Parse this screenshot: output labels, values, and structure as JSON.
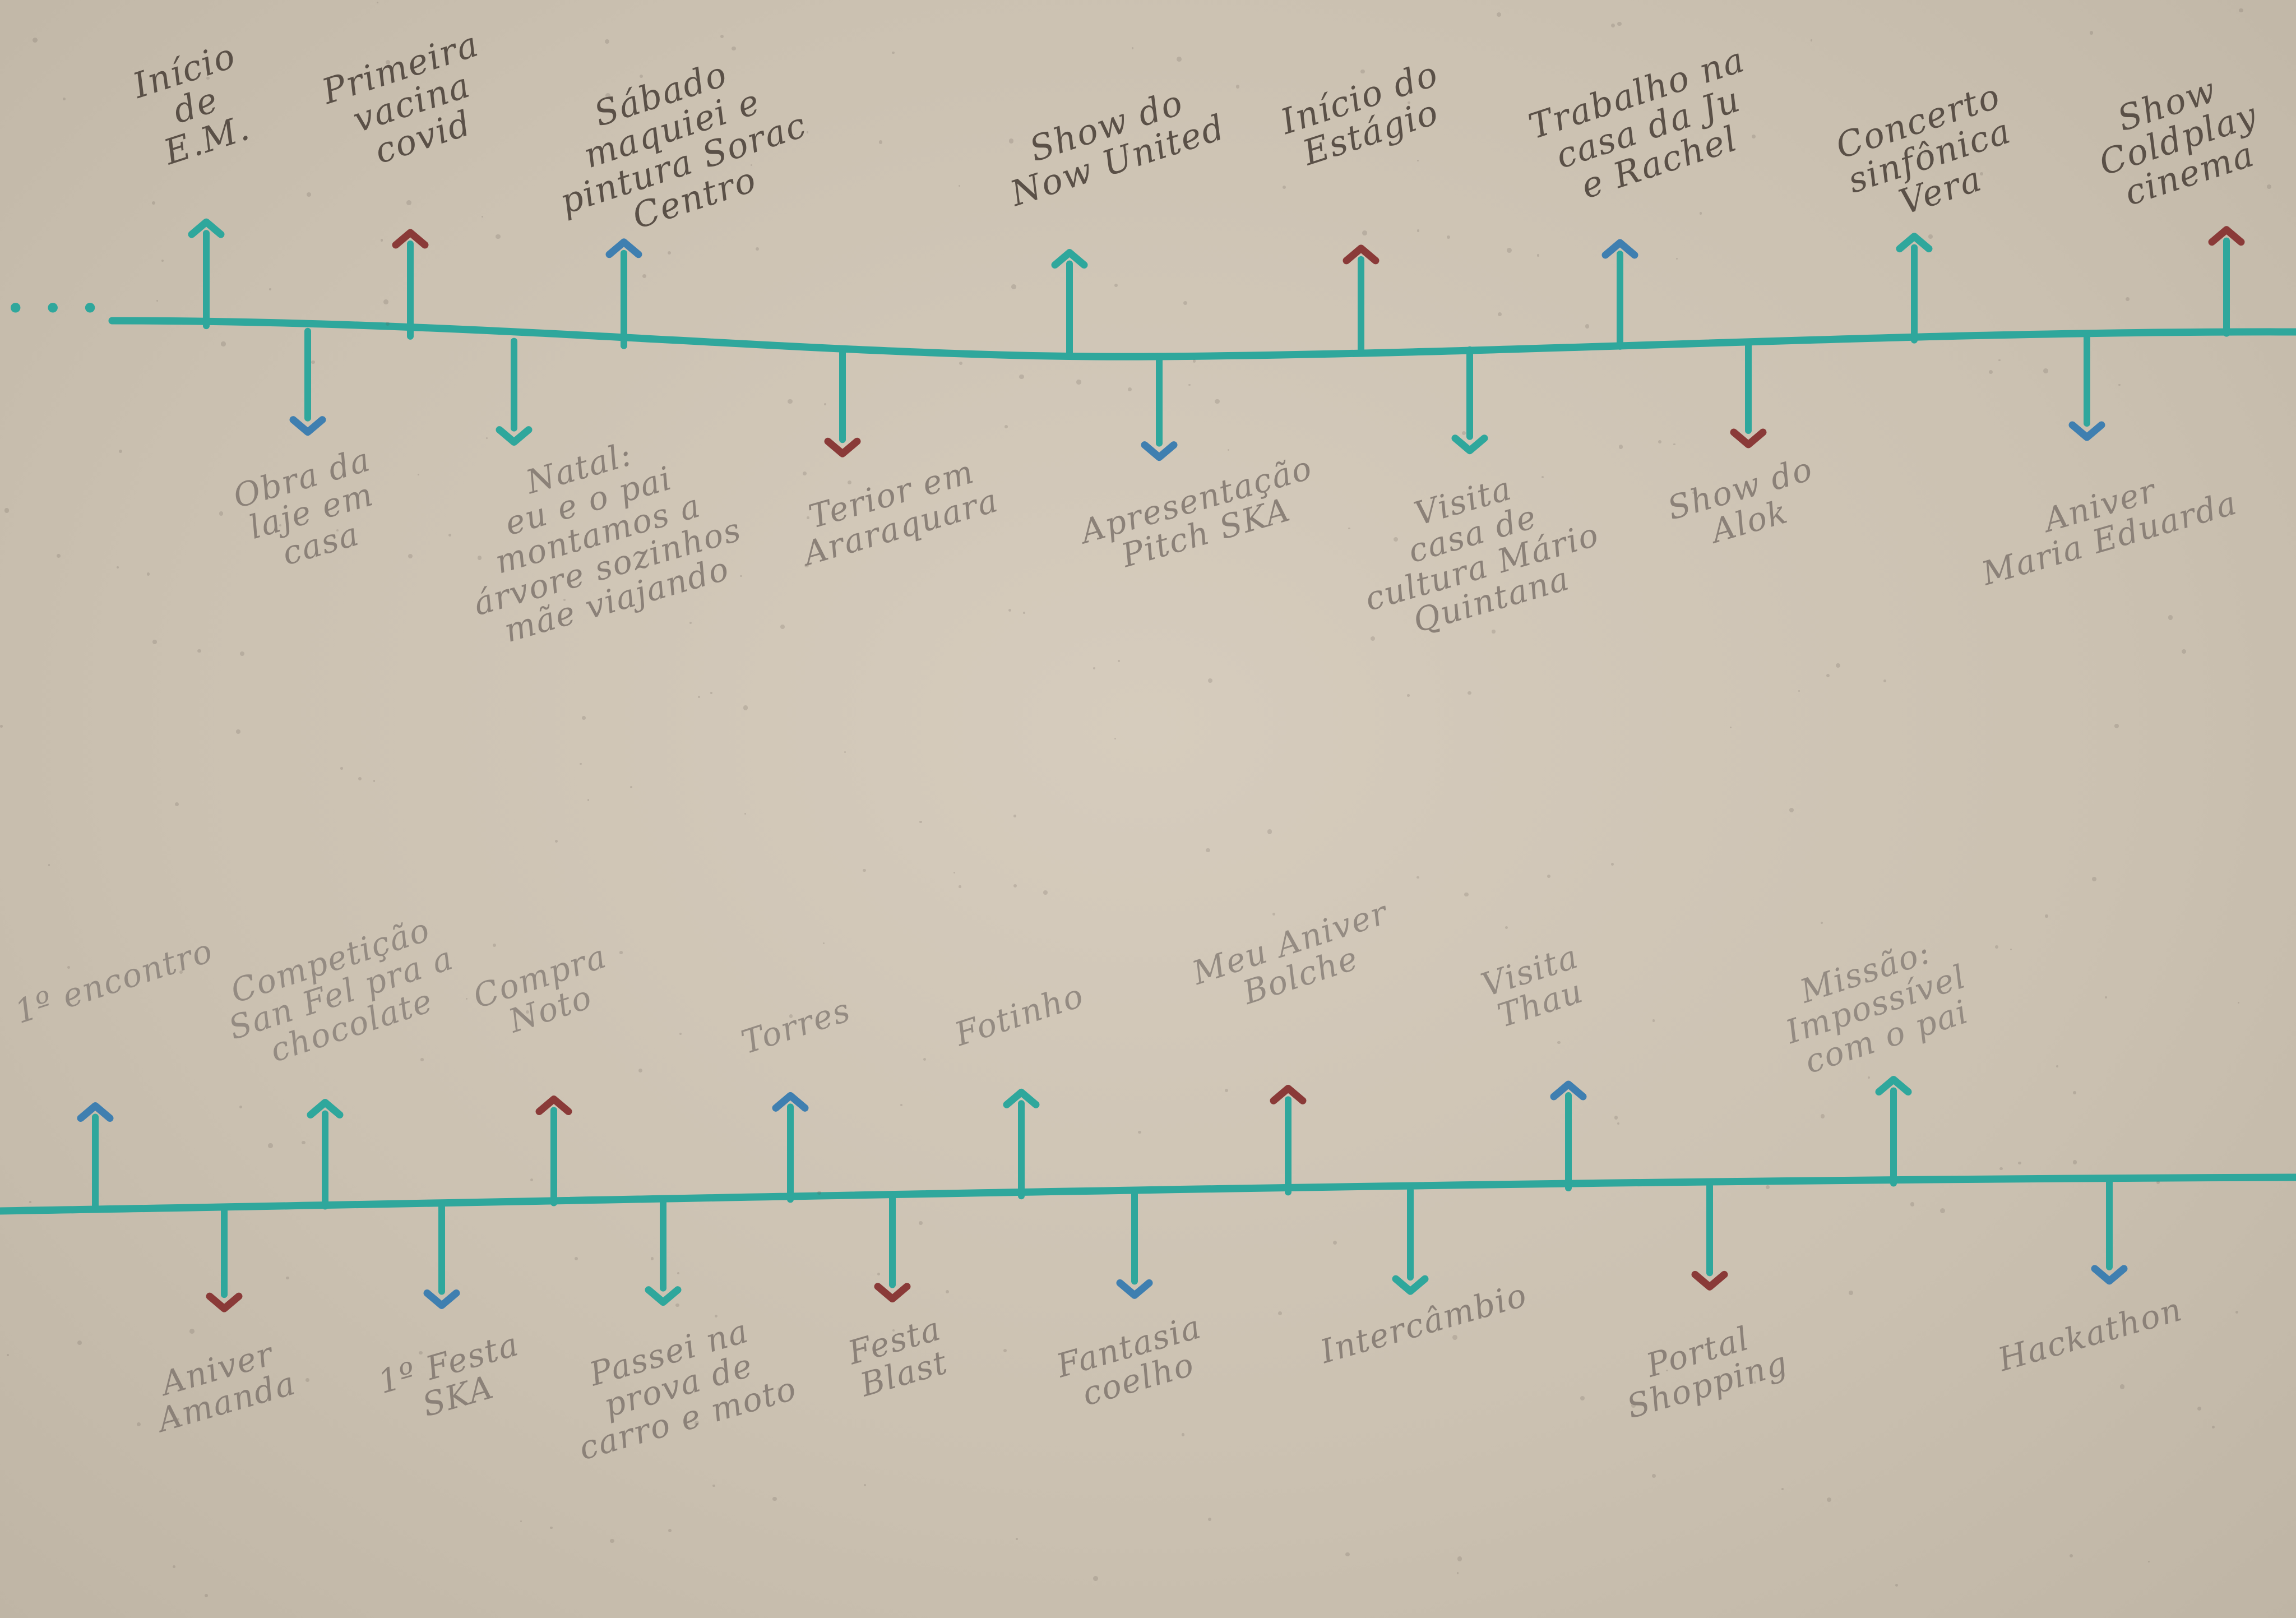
{
  "colors": {
    "paper": "#cfc5b5",
    "line": "#2fa79c",
    "arrow_blue": "#3f7fb0",
    "arrow_red": "#8a3a38",
    "arrow_teal": "#2fa79c",
    "ink_dark": "#5a5047",
    "ink_light": "#8b8178"
  },
  "timeline_top": {
    "lead_dots": "• • •",
    "above": [
      {
        "label": "Início\nde\nE.M.",
        "arrowhead": "teal",
        "icon": "up-arrow-icon"
      },
      {
        "label": "Primeira\nvacina\ncovid",
        "arrowhead": "red",
        "icon": "up-arrow-icon"
      },
      {
        "label": "Sábado\nmaquiei e\npintura Sorac\nCentro",
        "arrowhead": "blue",
        "icon": "up-arrow-icon"
      },
      {
        "label": "Show do\nNow United",
        "arrowhead": "teal",
        "icon": "up-arrow-icon"
      },
      {
        "label": "Início do\nEstágio",
        "arrowhead": "red",
        "icon": "up-arrow-icon"
      },
      {
        "label": "Trabalho na\ncasa da Ju\ne Rachel",
        "arrowhead": "blue",
        "icon": "up-arrow-icon"
      },
      {
        "label": "Concerto\nsinfônica\nVera",
        "arrowhead": "teal",
        "icon": "up-arrow-icon"
      },
      {
        "label": "Show\nColdplay\ncinema",
        "arrowhead": "red",
        "icon": "up-arrow-icon"
      }
    ],
    "below": [
      {
        "label": "Obra da\nlaje em\ncasa",
        "arrowhead": "blue",
        "icon": "down-arrow-icon"
      },
      {
        "label": "Natal:\neu e o pai\nmontamos a\nárvore sozinhos\nmãe viajando",
        "arrowhead": "teal",
        "icon": "down-arrow-icon"
      },
      {
        "label": "Terior em\nAraraquara",
        "arrowhead": "red",
        "icon": "down-arrow-icon"
      },
      {
        "label": "Apresentação\nPitch SKA",
        "arrowhead": "blue",
        "icon": "down-arrow-icon"
      },
      {
        "label": "Visita\ncasa de\ncultura Mário\nQuintana",
        "arrowhead": "teal",
        "icon": "down-arrow-icon"
      },
      {
        "label": "Show do\nAlok",
        "arrowhead": "red",
        "icon": "down-arrow-icon"
      },
      {
        "label": "Aniver\nMaria Eduarda",
        "arrowhead": "blue",
        "icon": "down-arrow-icon"
      }
    ]
  },
  "timeline_bottom": {
    "above": [
      {
        "label": "1º encontro",
        "arrowhead": "blue",
        "icon": "up-arrow-icon"
      },
      {
        "label": "Competição\nSan Fel pra a\nchocolate",
        "arrowhead": "teal",
        "icon": "up-arrow-icon"
      },
      {
        "label": "Compra\nNoto",
        "arrowhead": "red",
        "icon": "up-arrow-icon"
      },
      {
        "label": "Torres",
        "arrowhead": "blue",
        "icon": "up-arrow-icon"
      },
      {
        "label": "Fotinho",
        "arrowhead": "teal",
        "icon": "up-arrow-icon"
      },
      {
        "label": "Meu Aniver\nBolche",
        "arrowhead": "red",
        "icon": "up-arrow-icon"
      },
      {
        "label": "Visita\nThau",
        "arrowhead": "blue",
        "icon": "up-arrow-icon"
      },
      {
        "label": "Missão:\nImpossível\ncom o pai",
        "arrowhead": "teal",
        "icon": "up-arrow-icon"
      }
    ],
    "below": [
      {
        "label": "Aniver\nAmanda",
        "arrowhead": "red",
        "icon": "down-arrow-icon"
      },
      {
        "label": "1º Festa\nSKA",
        "arrowhead": "blue",
        "icon": "down-arrow-icon"
      },
      {
        "label": "Passei na\nprova de\ncarro e moto",
        "arrowhead": "teal",
        "icon": "down-arrow-icon"
      },
      {
        "label": "Festa\nBlast",
        "arrowhead": "red",
        "icon": "down-arrow-icon"
      },
      {
        "label": "Fantasia\ncoelho",
        "arrowhead": "blue",
        "icon": "down-arrow-icon"
      },
      {
        "label": "Intercâmbio",
        "arrowhead": "teal",
        "icon": "down-arrow-icon"
      },
      {
        "label": "Portal\nShopping",
        "arrowhead": "red",
        "icon": "down-arrow-icon"
      },
      {
        "label": "Hackathon",
        "arrowhead": "blue",
        "icon": "down-arrow-icon"
      }
    ]
  }
}
